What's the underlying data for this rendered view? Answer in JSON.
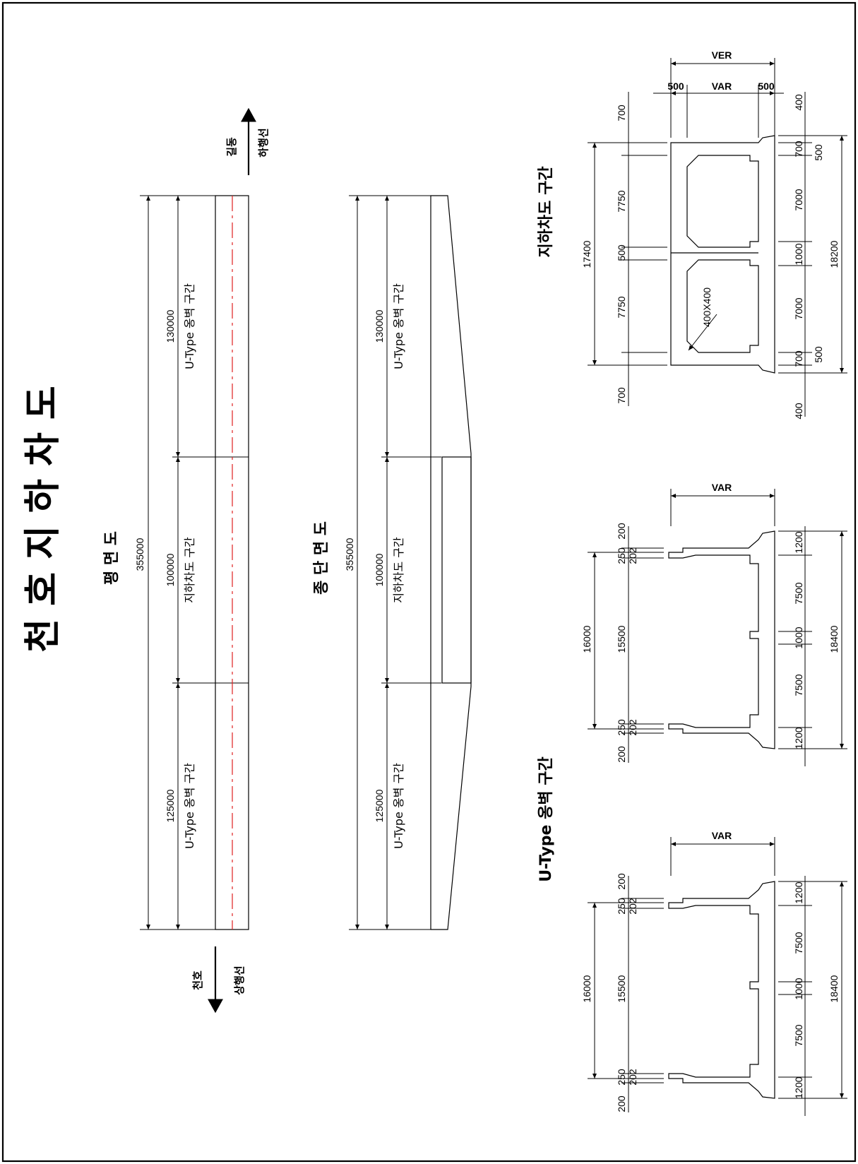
{
  "title": "천 호 지 하 차 도",
  "plan": {
    "heading": "평 면 도",
    "total": "355000",
    "seg1_len": "130000",
    "seg1_name": "U-Type 옹벽 구간",
    "seg2_len": "100000",
    "seg2_name": "지하차도 구간",
    "seg3_len": "125000",
    "seg3_name": "U-Type 옹벽 구간"
  },
  "profile": {
    "heading": "종 단 면 도",
    "total": "355000",
    "seg1_len": "130000",
    "seg1_name": "U-Type 옹벽 구간",
    "seg2_len": "100000",
    "seg2_name": "지하차도 구간",
    "seg3_len": "125000",
    "seg3_name": "U-Type 옹벽 구간"
  },
  "directions": {
    "up_place": "길동",
    "up_line": "하행선",
    "down_place": "천호",
    "down_line": "상행선"
  },
  "tunnel_section": {
    "heading": "지하차도 구간",
    "ver": "VER",
    "var": "VAR",
    "w500a": "500",
    "w500b": "500",
    "d700a": "700",
    "d7750a": "7750",
    "d500": "500",
    "d7750b": "7750",
    "d700b": "700",
    "total_left": "17400",
    "r400a": "400",
    "r700a": "700",
    "r500a": "500",
    "r7000a": "7000",
    "r1000": "1000",
    "r7000b": "7000",
    "r500b": "500",
    "r700b": "700",
    "r400b": "400",
    "total_right": "18200",
    "fillet": "400X400"
  },
  "u_section_1": {
    "var": "VAR",
    "d200a": "200",
    "d250a": "250",
    "d202a": "202",
    "inner": "15500",
    "outer": "16000",
    "d250b": "250",
    "d202b": "202",
    "d200b": "200",
    "r1200a": "1200",
    "r7500a": "7500",
    "r1000": "1000",
    "r7500b": "7500",
    "r1200b": "1200",
    "total_right": "18400"
  },
  "u_section_2": {
    "var": "VAR",
    "d200a": "200",
    "d250a": "250",
    "d202a": "202",
    "inner": "15500",
    "outer": "16000",
    "d250b": "250",
    "d202b": "202",
    "d200b": "200",
    "r1200a": "1200",
    "r7500a": "7500",
    "r1000": "1000",
    "r7500b": "7500",
    "r1200b": "1200",
    "total_right": "18400"
  },
  "u_heading": "U-Type 옹벽 구간",
  "colors": {
    "centerline": "#e02020",
    "line": "#000000"
  }
}
